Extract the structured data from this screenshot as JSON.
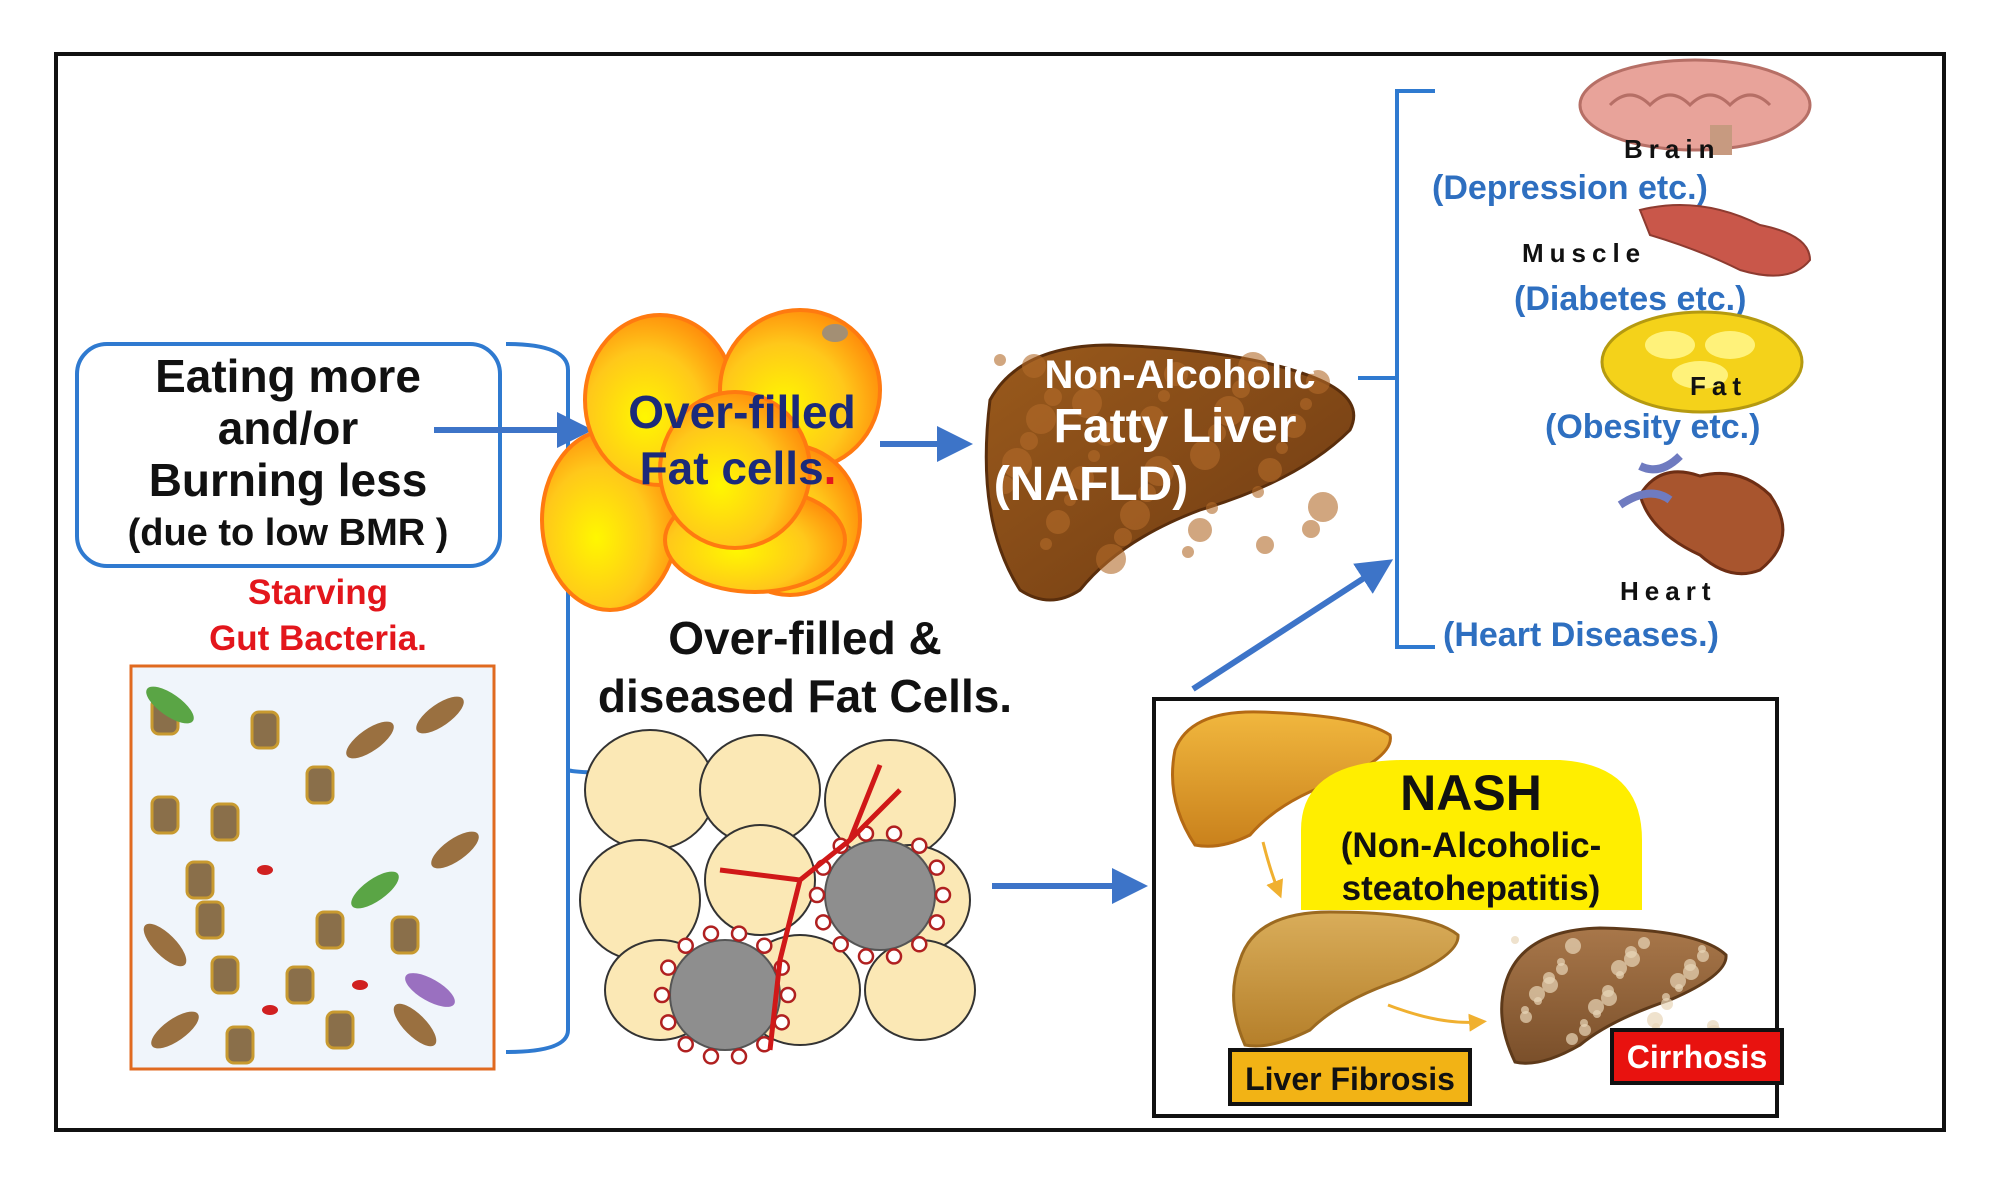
{
  "colors": {
    "arrow": "#3d74c8",
    "bracket": "#2f7ad0",
    "starving": "#e3161c",
    "organ_labels": "#2e6fc0",
    "fat_text": "#1b2a7a",
    "nash_bubble": "#ffee00",
    "fibrosis_label": "#f2b315",
    "cirrhosis_label": "#e8120f"
  },
  "cause_box": {
    "lines": [
      "Eating more",
      "and/or",
      "Burning less",
      "(due to low BMR )"
    ]
  },
  "gut": {
    "line1": "Starving",
    "line2": "Gut Bacteria."
  },
  "fat_cells": {
    "line1": "Over-filled",
    "line2": "Fat cells",
    "dot": "."
  },
  "diseased_cells": {
    "line1": "Over-filled &",
    "line2": "diseased Fat Cells."
  },
  "nafld": {
    "line1": "Non-Alcoholic",
    "line2": "Fatty Liver",
    "line3": "(NAFLD)"
  },
  "organs": [
    {
      "name": "Brain",
      "condition": "(Depression etc.)",
      "icon": "brain-icon"
    },
    {
      "name": "Muscle",
      "condition": "(Diabetes  etc.)",
      "icon": "muscle-icon"
    },
    {
      "name": "Fat",
      "condition": "(Obesity  etc.)",
      "icon": "fat-tissue-icon"
    },
    {
      "name": "Heart",
      "condition": "(Heart  Diseases.)",
      "icon": "heart-icon"
    }
  ],
  "nash": {
    "title": "NASH",
    "line1": "(Non-Alcoholic-",
    "line2": "steatohepatitis)"
  },
  "stages": {
    "fibrosis": "Liver Fibrosis",
    "cirrhosis": "Cirrhosis"
  }
}
